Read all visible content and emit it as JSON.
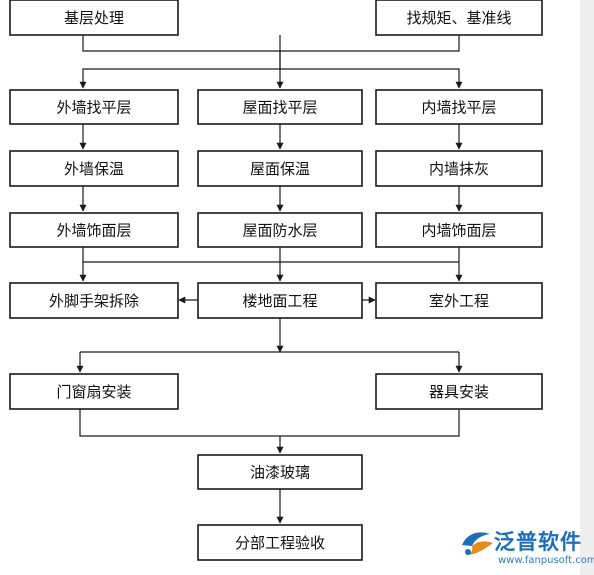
{
  "nodes": [
    {
      "id": "jiceng",
      "label": "基层处理"
    },
    {
      "id": "zhaogui",
      "label": "找规矩、基准线"
    },
    {
      "id": "waiqiang-zhaoping",
      "label": "外墙找平层"
    },
    {
      "id": "wumian-zhaoping",
      "label": "屋面找平层"
    },
    {
      "id": "neiqiang-zhaoping",
      "label": "内墙找平层"
    },
    {
      "id": "waiqiang-baowen",
      "label": "外墙保温"
    },
    {
      "id": "wumian-baowen",
      "label": "屋面保温"
    },
    {
      "id": "neiqiang-mohui",
      "label": "内墙抹灰"
    },
    {
      "id": "waiqiang-shimian",
      "label": "外墙饰面层"
    },
    {
      "id": "wumian-fangshui",
      "label": "屋面防水层"
    },
    {
      "id": "neiqiang-shimian",
      "label": "内墙饰面层"
    },
    {
      "id": "waijiaoshoujia",
      "label": "外脚手架拆除"
    },
    {
      "id": "loudimian",
      "label": "楼地面工程"
    },
    {
      "id": "shiwai",
      "label": "室外工程"
    },
    {
      "id": "menchuang",
      "label": "门窗扇安装"
    },
    {
      "id": "qiju",
      "label": "器具安装"
    },
    {
      "id": "youqi",
      "label": "油漆玻璃"
    },
    {
      "id": "yanshou",
      "label": "分部工程验收"
    }
  ],
  "edges": [
    {
      "from": "jiceng",
      "to": "waiqiang-zhaoping"
    },
    {
      "from": "jiceng",
      "to": "wumian-zhaoping"
    },
    {
      "from": "jiceng",
      "to": "neiqiang-zhaoping"
    },
    {
      "from": "zhaogui",
      "to": "waiqiang-zhaoping"
    },
    {
      "from": "zhaogui",
      "to": "wumian-zhaoping"
    },
    {
      "from": "zhaogui",
      "to": "neiqiang-zhaoping"
    },
    {
      "from": "waiqiang-zhaoping",
      "to": "waiqiang-baowen"
    },
    {
      "from": "wumian-zhaoping",
      "to": "wumian-baowen"
    },
    {
      "from": "neiqiang-zhaoping",
      "to": "neiqiang-mohui"
    },
    {
      "from": "waiqiang-baowen",
      "to": "waiqiang-shimian"
    },
    {
      "from": "wumian-baowen",
      "to": "wumian-fangshui"
    },
    {
      "from": "neiqiang-mohui",
      "to": "neiqiang-shimian"
    },
    {
      "from": "waiqiang-shimian",
      "to": "loudimian"
    },
    {
      "from": "wumian-fangshui",
      "to": "loudimian"
    },
    {
      "from": "neiqiang-shimian",
      "to": "loudimian"
    },
    {
      "from": "loudimian",
      "to": "waijiaoshoujia"
    },
    {
      "from": "loudimian",
      "to": "shiwai"
    },
    {
      "from": "loudimian",
      "to": "menchuang"
    },
    {
      "from": "loudimian",
      "to": "qiju"
    },
    {
      "from": "menchuang",
      "to": "youqi"
    },
    {
      "from": "qiju",
      "to": "youqi"
    },
    {
      "from": "youqi",
      "to": "yanshou"
    }
  ],
  "watermark": {
    "brand": "泛普软件",
    "url": "www.fanpusoft.com",
    "icon": "fanpu-logo-icon",
    "color": "#1d6fb8"
  }
}
